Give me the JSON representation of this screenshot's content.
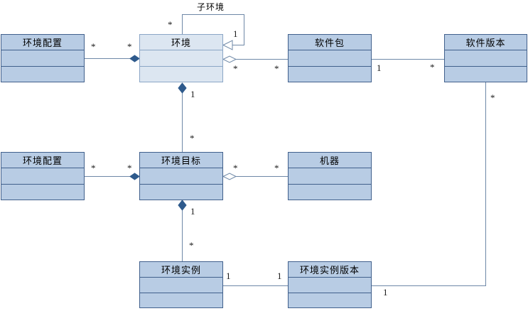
{
  "colors": {
    "box_fill": "#b8cce4",
    "box_fill_light": "#dce6f1",
    "box_border": "#41608c",
    "box_border_light": "#8ba6c6",
    "line": "#6e88a7",
    "diamond": "#2e5a8c",
    "text": "#000000"
  },
  "classes": [
    {
      "name": "env-config-top",
      "label": "环境配置"
    },
    {
      "name": "env",
      "label": "环境"
    },
    {
      "name": "software-package",
      "label": "软件包"
    },
    {
      "name": "software-version",
      "label": "软件版本"
    },
    {
      "name": "env-config-mid",
      "label": "环境配置"
    },
    {
      "name": "env-target",
      "label": "环境目标"
    },
    {
      "name": "machine",
      "label": "机器"
    },
    {
      "name": "env-instance",
      "label": "环境实例"
    },
    {
      "name": "env-instance-version",
      "label": "环境实例版本"
    }
  ],
  "relationships": [
    {
      "from": "环境配置",
      "to": "环境",
      "type": "composition",
      "from_mult": "*",
      "to_mult": "*"
    },
    {
      "from": "环境",
      "to": "环境",
      "type": "self-aggregation",
      "label": "子环境",
      "from_mult": "*",
      "to_mult": "1"
    },
    {
      "from": "环境",
      "to": "软件包",
      "type": "aggregation",
      "from_mult": "*",
      "to_mult": "*"
    },
    {
      "from": "软件包",
      "to": "软件版本",
      "type": "association",
      "from_mult": "1",
      "to_mult": "*"
    },
    {
      "from": "环境",
      "to": "环境目标",
      "type": "composition",
      "from_mult": "1",
      "to_mult": "*"
    },
    {
      "from": "环境配置",
      "to": "环境目标",
      "type": "composition",
      "from_mult": "*",
      "to_mult": "*"
    },
    {
      "from": "环境目标",
      "to": "机器",
      "type": "aggregation",
      "from_mult": "*",
      "to_mult": "*"
    },
    {
      "from": "环境目标",
      "to": "环境实例",
      "type": "composition",
      "from_mult": "1",
      "to_mult": "*"
    },
    {
      "from": "环境实例",
      "to": "环境实例版本",
      "type": "association",
      "from_mult": "1",
      "to_mult": "1"
    },
    {
      "from": "软件版本",
      "to": "环境实例版本",
      "type": "association",
      "from_mult": "*",
      "to_mult": "1"
    }
  ]
}
